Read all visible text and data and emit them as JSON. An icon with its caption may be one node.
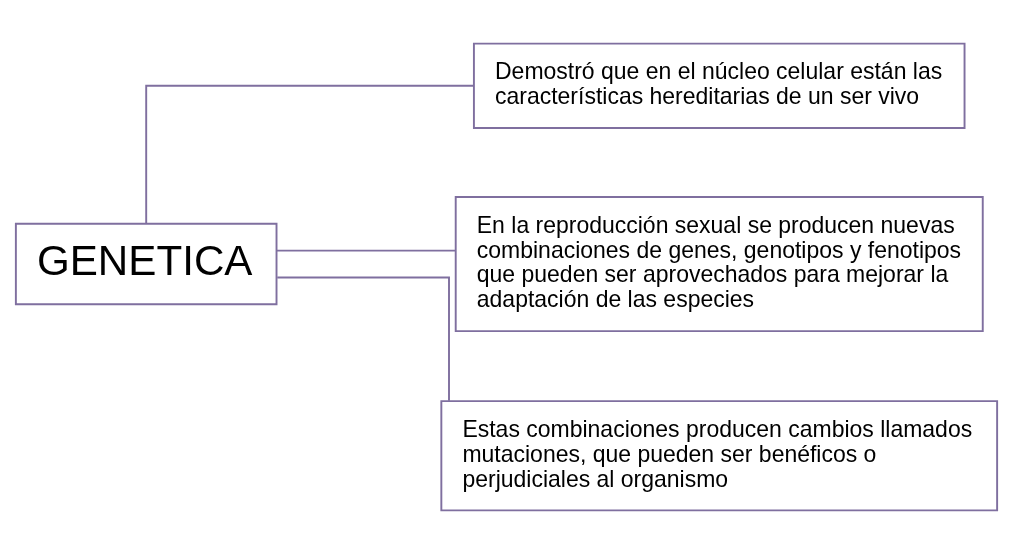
{
  "diagram": {
    "nodes": [
      {
        "text": [
          "GENETICA"
        ]
      },
      {
        "text": [
          "Demostró que en el núcleo celular están las características hereditarias de un ser vivo"
        ]
      },
      {
        "text": [
          "En la reproducción sexual se producen nuevas combinaciones de genes, genotipos y fenotipos que pueden ser aprovechados para mejorar la adaptación de las especies"
        ]
      },
      {
        "text": [
          "Estas combinaciones producen cambios llamados mutaciones, que pueden ser benéficos o perjudiciales al organismo"
        ]
      }
    ],
    "edges": [
      {
        "from": 0,
        "to": 1,
        "arrow": "none"
      },
      {
        "from": 0,
        "to": 2,
        "arrow": "none"
      },
      {
        "from": 0,
        "to": 3,
        "arrow": "none"
      }
    ]
  }
}
